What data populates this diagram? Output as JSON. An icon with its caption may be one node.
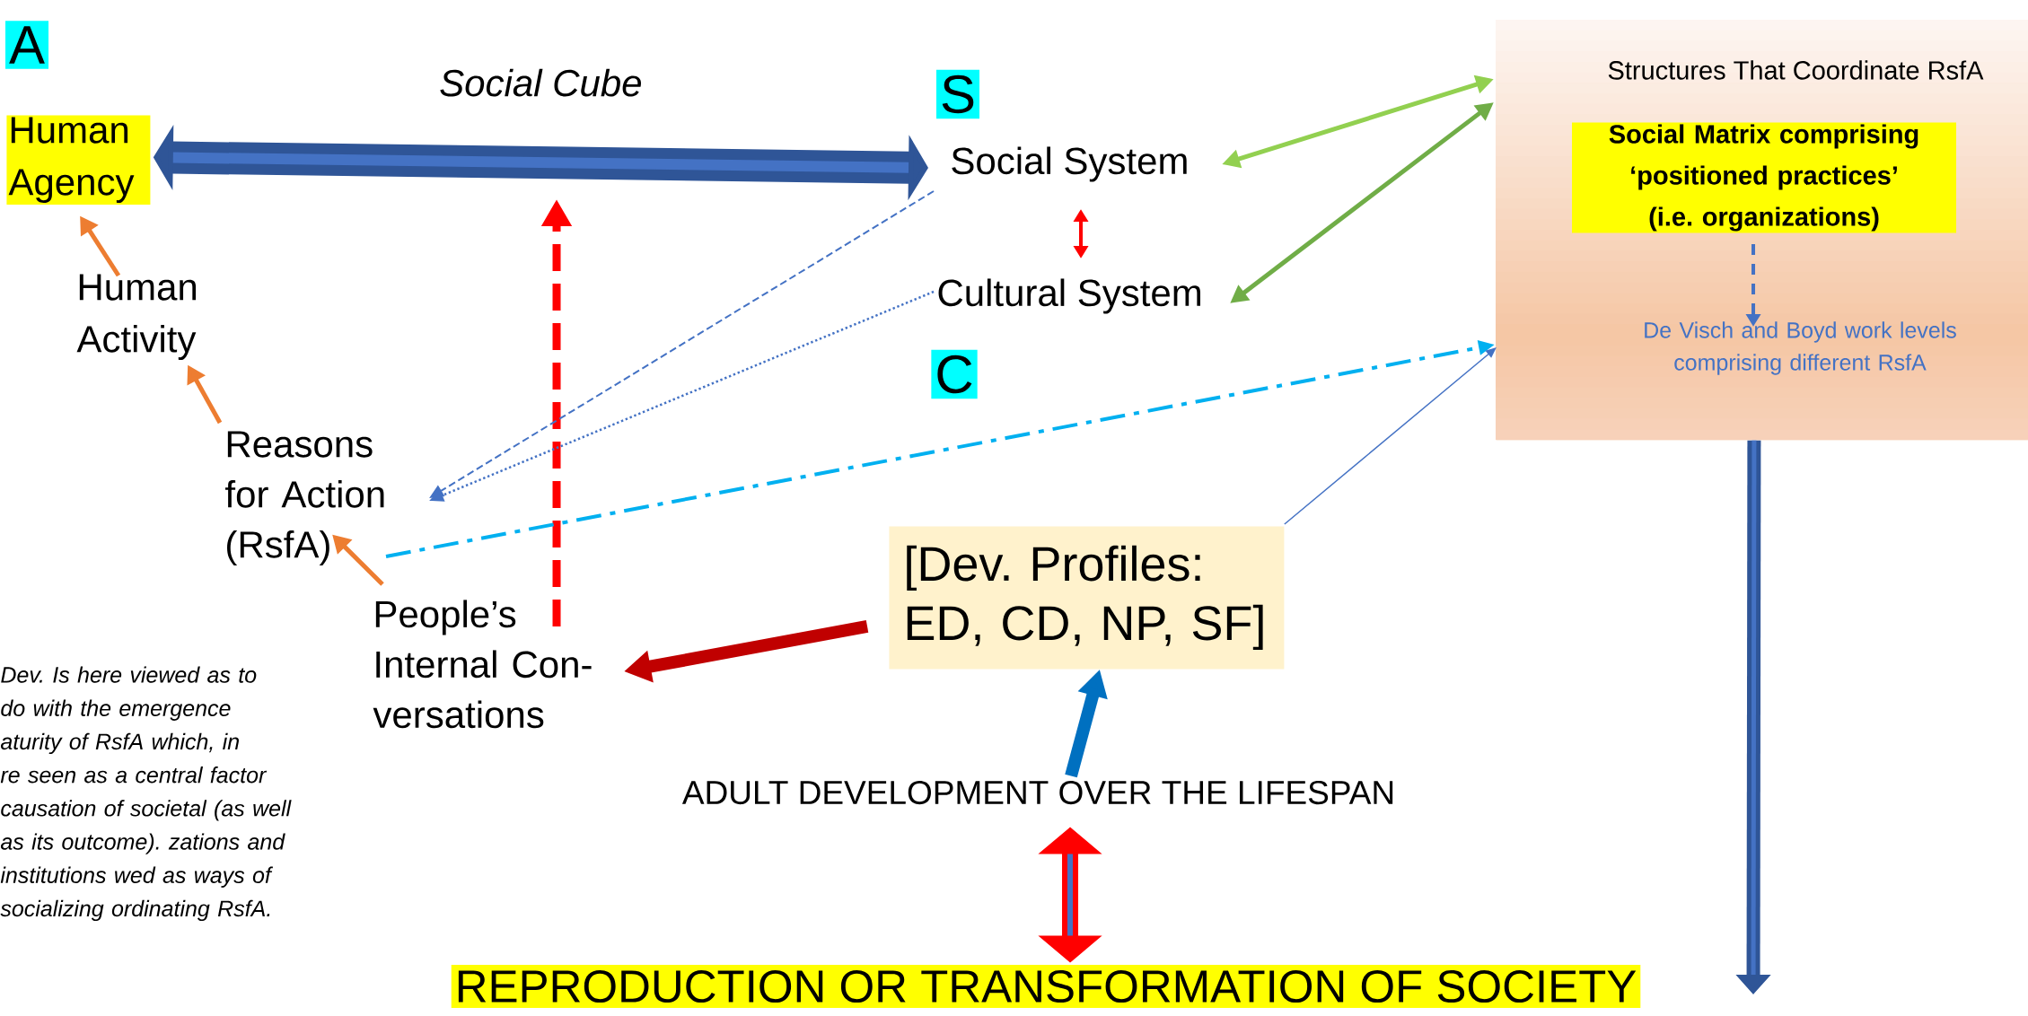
{
  "diagram": {
    "nodes": [
      {
        "text": [
          "Human Agency"
        ]
      },
      {
        "text": [
          "Human Activity"
        ]
      },
      {
        "text": [
          "Reasons for Action (RsfA)"
        ]
      },
      {
        "text": [
          "People’s Internal Con- versations"
        ]
      },
      {
        "text": [
          "Social System"
        ]
      },
      {
        "text": [
          "Cultural System"
        ]
      },
      {
        "text": [
          "Structures That Coordinate RsfA"
        ]
      },
      {
        "text": [
          "Social Matrix comprising ‘positioned practices’ (i.e. organizations)"
        ],
        "in": 6
      },
      {
        "text": [
          "De Visch and Boyd work levels comprising different RsfA"
        ],
        "in": 6
      },
      {
        "text": [
          "[Dev. Profiles: ED, CD, NP, SF]"
        ]
      },
      {
        "text": [
          "ADULT DEVELOPMENT OVER THE LIFESPAN"
        ]
      },
      {
        "text": [
          "REPRODUCTION OR TRANSFORMATION OF SOCIETY"
        ]
      }
    ],
    "edges": [
      {
        "from": 1,
        "to": 0,
        "arrow": "to",
        "color": "#ed7d31"
      },
      {
        "from": 2,
        "to": 1,
        "arrow": "to",
        "color": "#ed7d31"
      },
      {
        "from": 3,
        "to": 2,
        "arrow": "to",
        "color": "#ed7d31"
      },
      {
        "from": 0,
        "to": 4,
        "arrow": "both",
        "label": "Social Cube",
        "style": "thick",
        "color": "#2f5597"
      },
      {
        "from": 3,
        "to": null,
        "arrow": "to",
        "style": "dashed",
        "color": "#ff0000"
      },
      {
        "from": 4,
        "to": 5,
        "arrow": "both",
        "color": "#ff0000"
      },
      {
        "from": 4,
        "to": 2,
        "arrow": "to",
        "style": "dashed",
        "color": "#4472c4"
      },
      {
        "from": 5,
        "to": 2,
        "arrow": "to",
        "style": "dashed",
        "color": "#4472c4"
      },
      {
        "from": 4,
        "to": 6,
        "arrow": "both",
        "color": "#92d050"
      },
      {
        "from": 5,
        "to": 6,
        "arrow": "both",
        "color": "#70ad47"
      },
      {
        "from": 2,
        "to": 6,
        "arrow": "to",
        "style": "dashed",
        "color": "#00b0f0"
      },
      {
        "from": 9,
        "to": 6,
        "arrow": "to",
        "color": "#4472c4"
      },
      {
        "from": 7,
        "to": 8,
        "arrow": "to",
        "style": "dashed",
        "color": "#4472c4"
      },
      {
        "from": 9,
        "to": 3,
        "arrow": "to",
        "style": "thick",
        "color": "#c00000"
      },
      {
        "from": 10,
        "to": 9,
        "arrow": "to",
        "style": "thick",
        "color": "#0070c0"
      },
      {
        "from": 10,
        "to": 11,
        "arrow": "both",
        "style": "thick",
        "color": "#ff0000"
      },
      {
        "from": 6,
        "to": null,
        "arrow": "to",
        "style": "thick",
        "color": "#2f5597"
      }
    ],
    "labels": [
      "A",
      "S",
      "C",
      "Dev. Is here viewed as to do with the emergence aturity of RsfA which, in re seen as a central factor causation of societal (as well as its outcome). zations and institutions wed as ways of socializing ordinating RsfA."
    ]
  }
}
